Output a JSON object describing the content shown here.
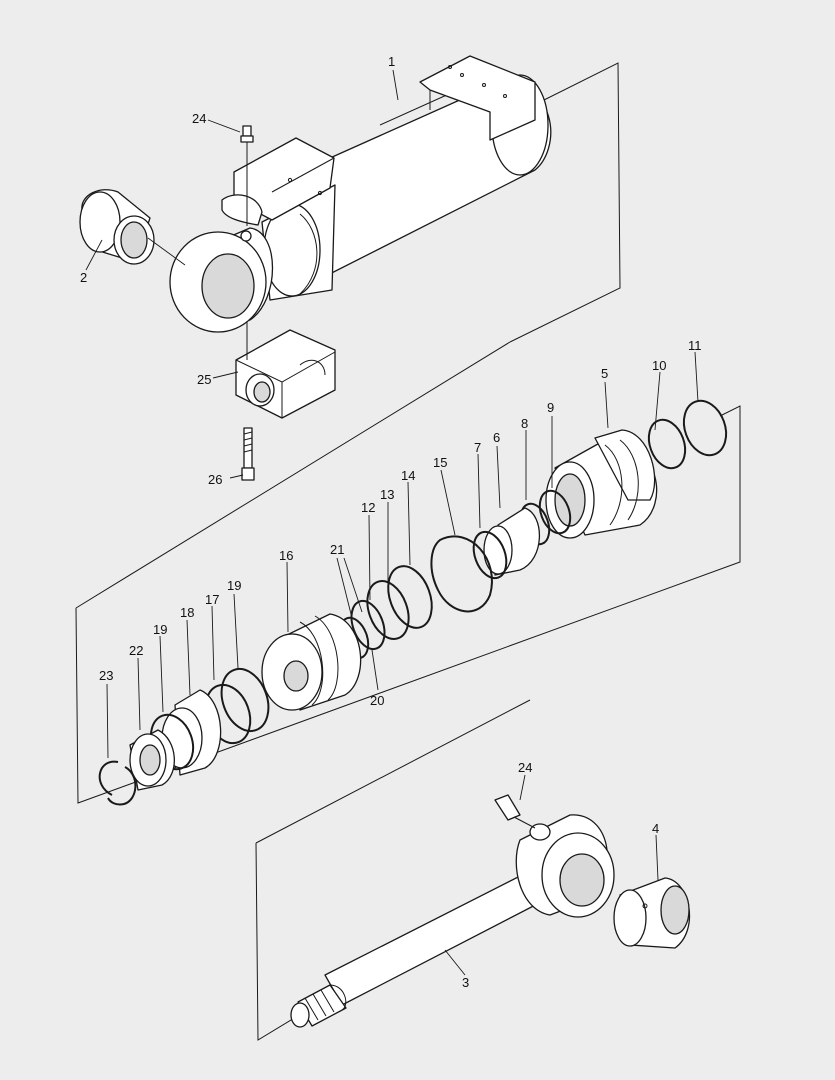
{
  "diagram": {
    "labels": [
      {
        "id": "l1",
        "text": "1"
      },
      {
        "id": "l2",
        "text": "2"
      },
      {
        "id": "l3",
        "text": "3"
      },
      {
        "id": "l4",
        "text": "4"
      },
      {
        "id": "l5",
        "text": "5"
      },
      {
        "id": "l6",
        "text": "6"
      },
      {
        "id": "l7",
        "text": "7"
      },
      {
        "id": "l8",
        "text": "8"
      },
      {
        "id": "l9",
        "text": "9"
      },
      {
        "id": "l10",
        "text": "10"
      },
      {
        "id": "l11",
        "text": "11"
      },
      {
        "id": "l12",
        "text": "12"
      },
      {
        "id": "l13",
        "text": "13"
      },
      {
        "id": "l14",
        "text": "14"
      },
      {
        "id": "l15",
        "text": "15"
      },
      {
        "id": "l16",
        "text": "16"
      },
      {
        "id": "l17",
        "text": "17"
      },
      {
        "id": "l18",
        "text": "18"
      },
      {
        "id": "l19a",
        "text": "19"
      },
      {
        "id": "l19b",
        "text": "19"
      },
      {
        "id": "l20",
        "text": "20"
      },
      {
        "id": "l21",
        "text": "21"
      },
      {
        "id": "l22",
        "text": "22"
      },
      {
        "id": "l23",
        "text": "23"
      },
      {
        "id": "l24a",
        "text": "24"
      },
      {
        "id": "l24b",
        "text": "24"
      },
      {
        "id": "l25",
        "text": "25"
      },
      {
        "id": "l26",
        "text": "26"
      }
    ],
    "colors": {
      "background": "#ededed",
      "line": "#1a1a1a",
      "part_fill": "#ffffff"
    }
  }
}
